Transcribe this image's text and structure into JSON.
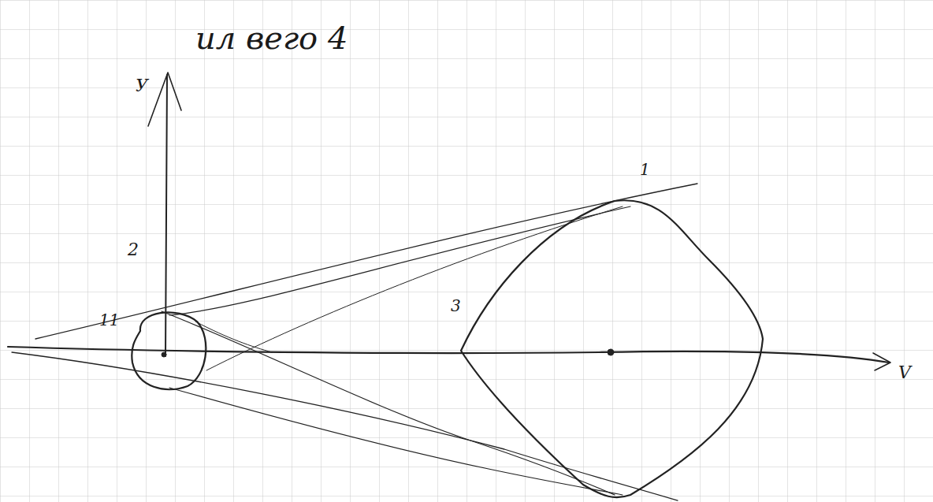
{
  "diagram": {
    "labels": [
      "ил вего 4",
      "У",
      "2",
      "11",
      "1",
      "3",
      "V"
    ]
  }
}
